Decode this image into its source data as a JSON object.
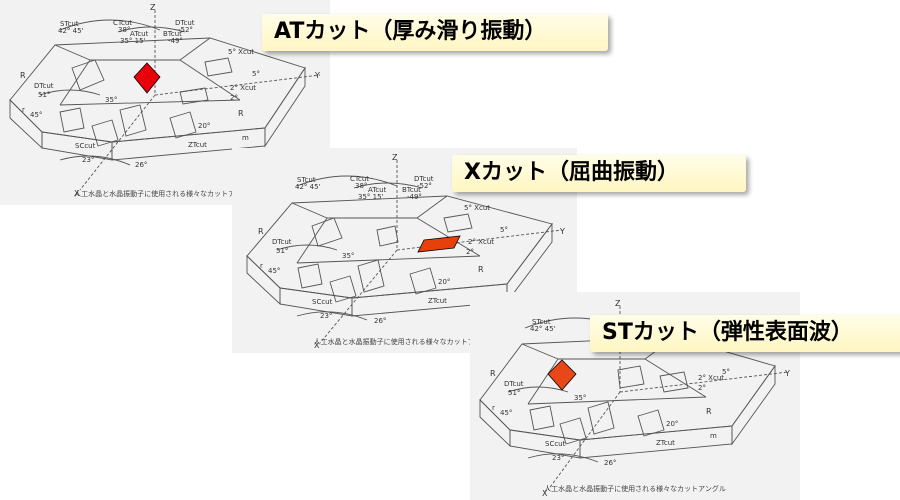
{
  "cuts": [
    {
      "id": "at",
      "label": "ATカット（厚み滑り振動）"
    },
    {
      "id": "x",
      "label": "Xカット（屈曲振動）"
    },
    {
      "id": "st",
      "label": "STカット（弾性表面波）"
    }
  ],
  "diagram": {
    "caption": "人工水晶と水晶振動子に使用される様々なカットアングル",
    "axis_z": "Z",
    "axis_y": "Y",
    "axis_x": "X",
    "face_r_big": "R",
    "face_r_small": "r",
    "face_m": "m",
    "st_cut": "STcut",
    "st_angle": "42° 45'",
    "ct_cut": "CTcut",
    "ct_angle": "38°",
    "dt_cut": "DTcut",
    "dt_angle": "-52°",
    "at_cut": "ATcut",
    "at_angle": "35° 15'",
    "bt_cut": "BTcut",
    "bt_angle": "-49°",
    "x5_cut": "5° Xcut",
    "x5_angle": "5°",
    "x2_cut": "2° Xcut",
    "x2_angle": "2°",
    "dt_cut_lower": "DTcut",
    "dt_angle_lower": "51°",
    "angle_35": "35°",
    "angle_45": "45°",
    "sc_cut": "SCcut",
    "angle_23": "23°",
    "angle_26": "26°",
    "angle_20": "20°",
    "zt_cut": "ZTcut"
  },
  "colors": {
    "highlight_at": "#e8000a",
    "highlight_x": "#e8400a",
    "highlight_st": "#e84818",
    "label_bg": "#fff6c2"
  }
}
